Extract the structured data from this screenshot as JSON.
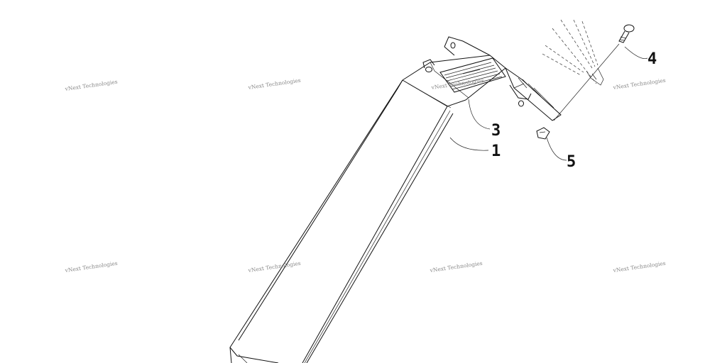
{
  "diagram": {
    "callouts": [
      {
        "id": "1",
        "label": "1"
      },
      {
        "id": "3",
        "label": "3"
      },
      {
        "id": "4",
        "label": "4"
      },
      {
        "id": "5",
        "label": "5"
      }
    ],
    "watermark": {
      "text": "vNext Technologies"
    },
    "colors": {
      "ink": "#111111",
      "watermark": "#8a8a8a",
      "background": "#ffffff"
    }
  }
}
